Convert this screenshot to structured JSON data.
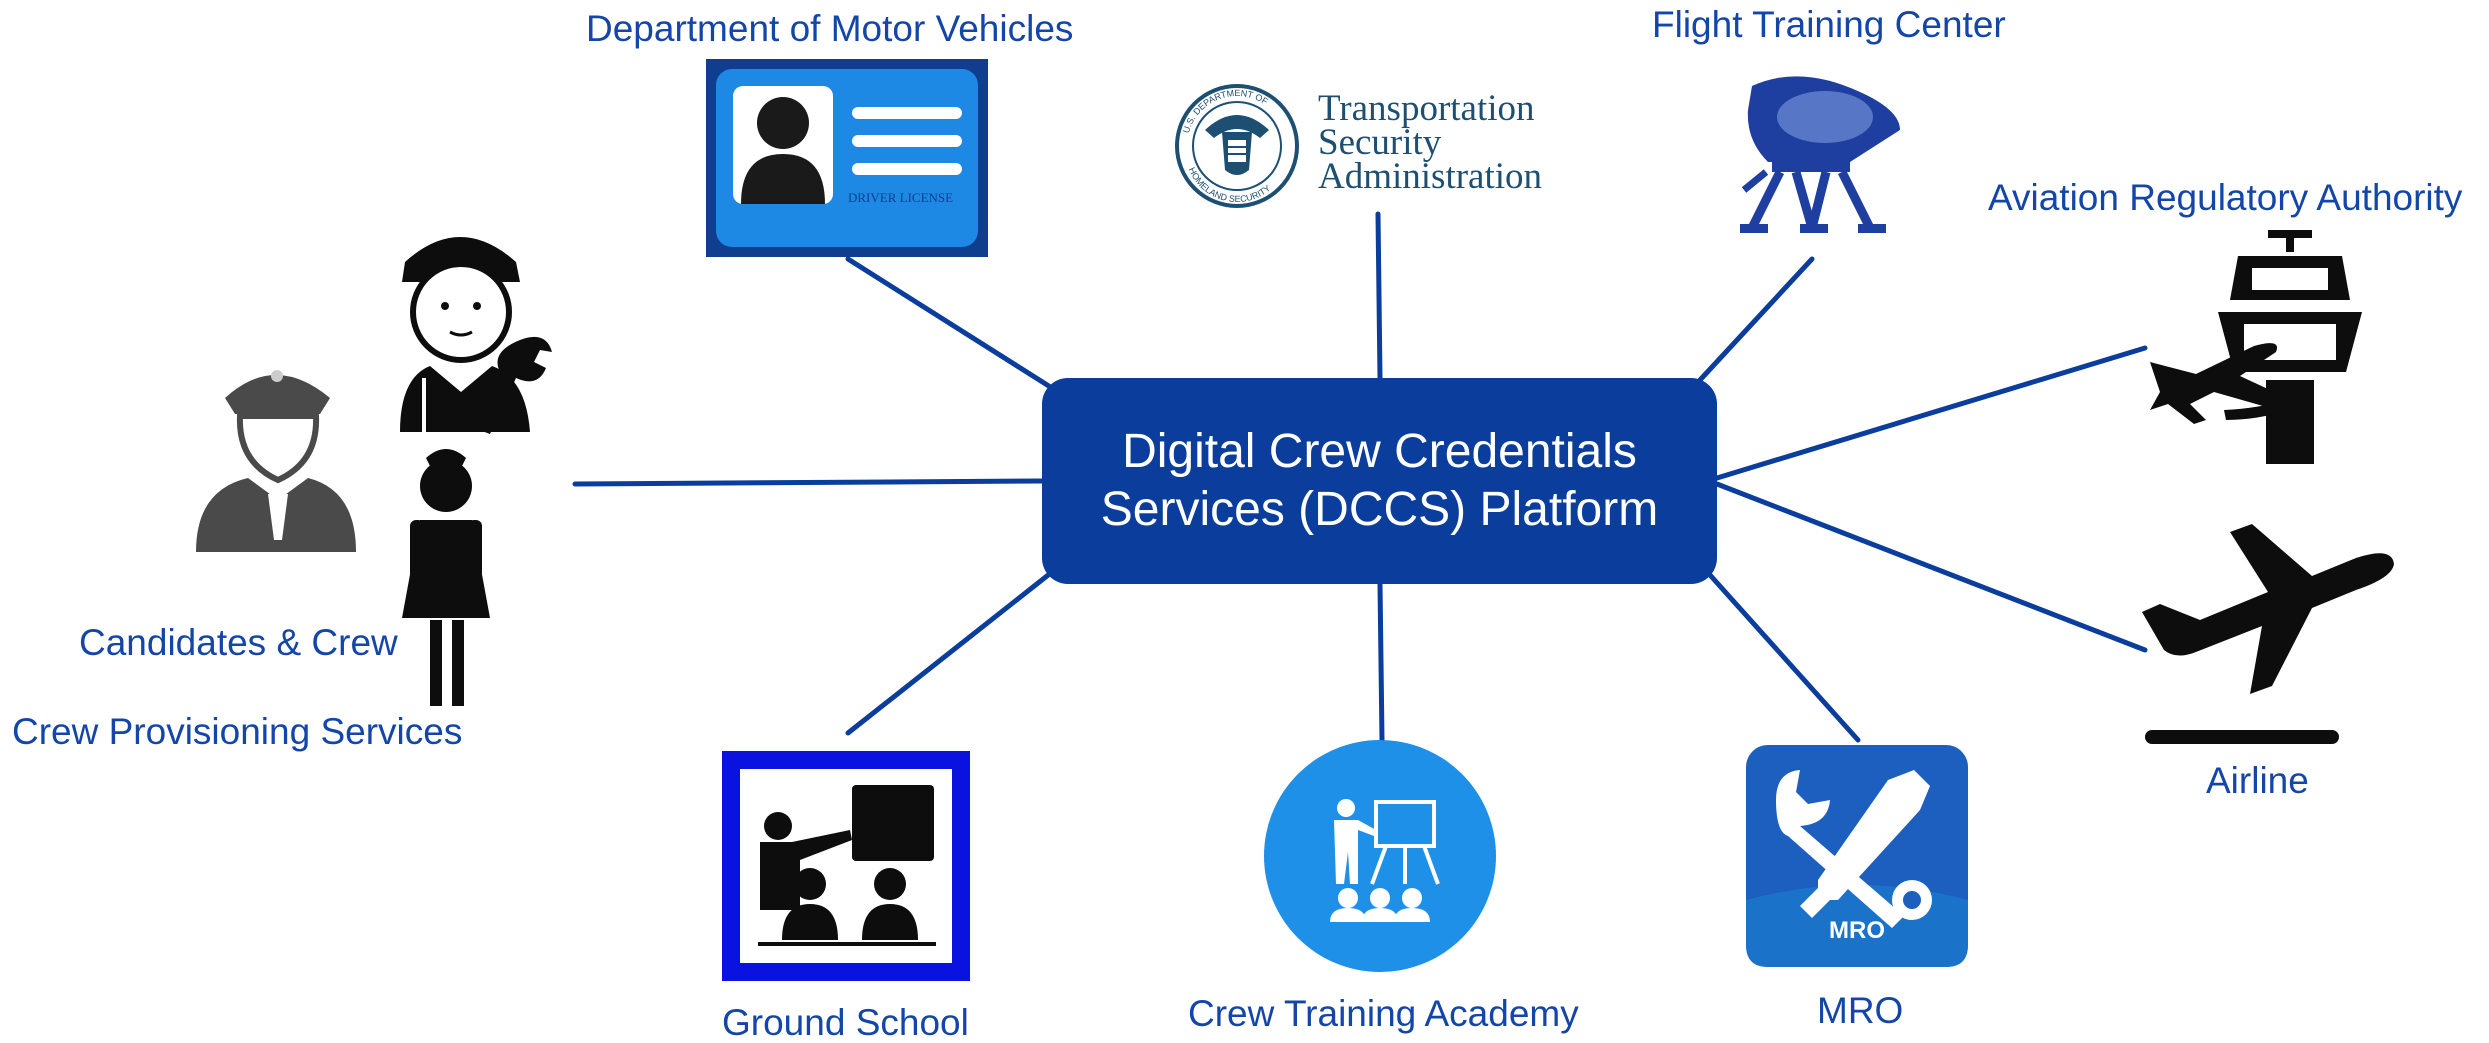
{
  "center": {
    "line1": "Digital Crew Credentials",
    "line2": "Services (DCCS) Platform"
  },
  "nodes": {
    "dmv": "Department of Motor Vehicles",
    "flight_training": "Flight Training Center",
    "aviation_authority": "Aviation Regulatory Authority",
    "candidates": "Candidates & Crew",
    "crew_provisioning": "Crew Provisioning Services",
    "airline": "Airline",
    "ground_school": "Ground School",
    "crew_training": "Crew Training Academy",
    "mro": "MRO"
  },
  "icons": {
    "driver_license_text": "DRIVER LICENSE",
    "mro_badge_text": "MRO",
    "dhs_seal_top": "U.S. DEPARTMENT OF",
    "dhs_seal_bottom": "HOMELAND SECURITY",
    "tsa_line1": "Transportation",
    "tsa_line2": "Security",
    "tsa_line3": "Administration"
  },
  "colors": {
    "center_box": "#0a3d9c",
    "connector": "#0a3d9c",
    "label": "#1346a8",
    "license_bg": "#1e88e5",
    "academy_circle": "#1e90e8",
    "mro_bg": "#1c5fbf",
    "ground_school_frame": "#0a12e0"
  }
}
